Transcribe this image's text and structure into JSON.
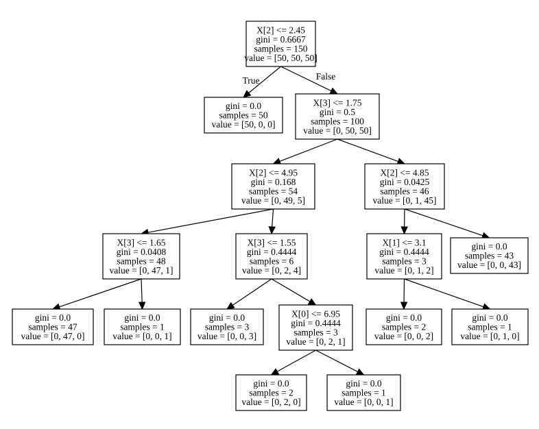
{
  "tree": {
    "nodes": [
      {
        "id": "n0",
        "lines": [
          "X[2] <= 2.45",
          "gini = 0.6667",
          "samples = 150",
          "value = [50, 50, 50]"
        ]
      },
      {
        "id": "n1",
        "lines": [
          "gini = 0.0",
          "samples = 50",
          "value = [50, 0, 0]"
        ]
      },
      {
        "id": "n2",
        "lines": [
          "X[3] <= 1.75",
          "gini = 0.5",
          "samples = 100",
          "value = [0, 50, 50]"
        ]
      },
      {
        "id": "n3",
        "lines": [
          "X[2] <= 4.95",
          "gini = 0.168",
          "samples = 54",
          "value = [0, 49, 5]"
        ]
      },
      {
        "id": "n4",
        "lines": [
          "X[2] <= 4.85",
          "gini = 0.0425",
          "samples = 46",
          "value = [0, 1, 45]"
        ]
      },
      {
        "id": "n5",
        "lines": [
          "X[3] <= 1.65",
          "gini = 0.0408",
          "samples = 48",
          "value = [0, 47, 1]"
        ]
      },
      {
        "id": "n6",
        "lines": [
          "X[3] <= 1.55",
          "gini = 0.4444",
          "samples = 6",
          "value = [0, 2, 4]"
        ]
      },
      {
        "id": "n7",
        "lines": [
          "X[1] <= 3.1",
          "gini = 0.4444",
          "samples = 3",
          "value = [0, 1, 2]"
        ]
      },
      {
        "id": "n8",
        "lines": [
          "gini = 0.0",
          "samples = 43",
          "value = [0, 0, 43]"
        ]
      },
      {
        "id": "n9",
        "lines": [
          "gini = 0.0",
          "samples = 47",
          "value = [0, 47, 0]"
        ]
      },
      {
        "id": "n10",
        "lines": [
          "gini = 0.0",
          "samples = 1",
          "value = [0, 0, 1]"
        ]
      },
      {
        "id": "n11",
        "lines": [
          "gini = 0.0",
          "samples = 3",
          "value = [0, 0, 3]"
        ]
      },
      {
        "id": "n12",
        "lines": [
          "X[0] <= 6.95",
          "gini = 0.4444",
          "samples = 3",
          "value = [0, 2, 1]"
        ]
      },
      {
        "id": "n13",
        "lines": [
          "gini = 0.0",
          "samples = 2",
          "value = [0, 0, 2]"
        ]
      },
      {
        "id": "n14",
        "lines": [
          "gini = 0.0",
          "samples = 1",
          "value = [0, 1, 0]"
        ]
      },
      {
        "id": "n15",
        "lines": [
          "gini = 0.0",
          "samples = 2",
          "value = [0, 2, 0]"
        ]
      },
      {
        "id": "n16",
        "lines": [
          "gini = 0.0",
          "samples = 1",
          "value = [0, 0, 1]"
        ]
      }
    ],
    "edges": [
      {
        "from": "n0",
        "to": "n1",
        "label": "True"
      },
      {
        "from": "n0",
        "to": "n2",
        "label": "False"
      },
      {
        "from": "n2",
        "to": "n3"
      },
      {
        "from": "n2",
        "to": "n4"
      },
      {
        "from": "n3",
        "to": "n5"
      },
      {
        "from": "n3",
        "to": "n6"
      },
      {
        "from": "n4",
        "to": "n7"
      },
      {
        "from": "n4",
        "to": "n8"
      },
      {
        "from": "n5",
        "to": "n9"
      },
      {
        "from": "n5",
        "to": "n10"
      },
      {
        "from": "n6",
        "to": "n11"
      },
      {
        "from": "n6",
        "to": "n12"
      },
      {
        "from": "n7",
        "to": "n13"
      },
      {
        "from": "n7",
        "to": "n14"
      },
      {
        "from": "n12",
        "to": "n15"
      },
      {
        "from": "n12",
        "to": "n16"
      }
    ]
  }
}
